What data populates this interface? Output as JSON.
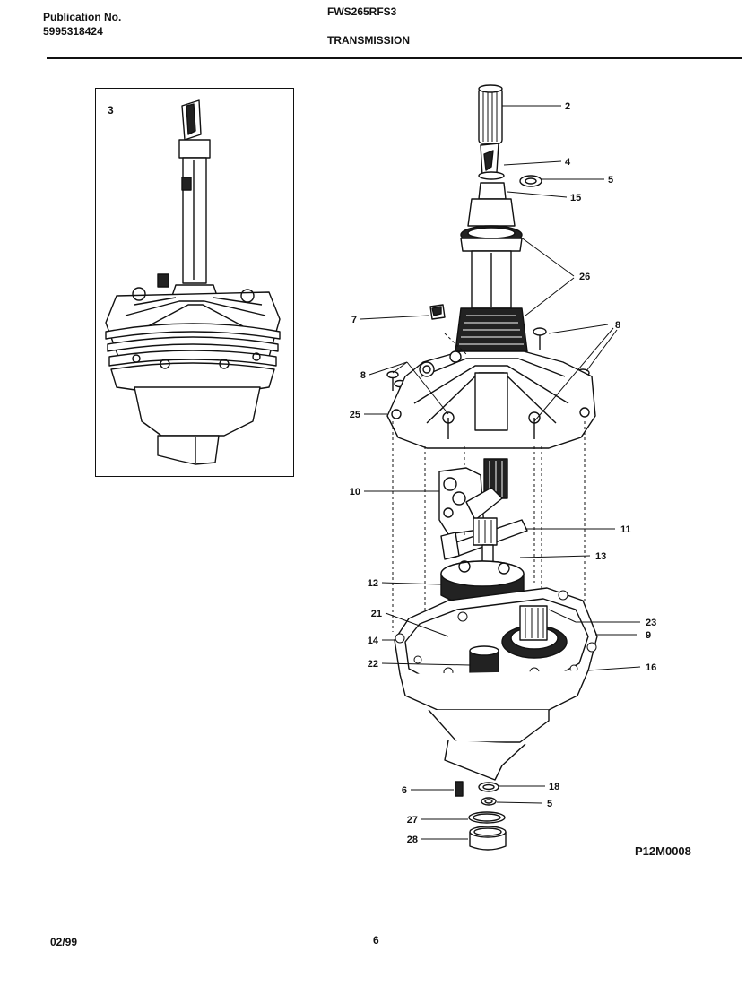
{
  "header": {
    "publication_label": "Publication No.",
    "publication_number": "5995318424",
    "model": "FWS265RFS3",
    "section": "TRANSMISSION"
  },
  "inset": {
    "label": "3"
  },
  "callouts": [
    "2",
    "4",
    "5",
    "15",
    "26",
    "7",
    "8",
    "8",
    "25",
    "10",
    "11",
    "13",
    "12",
    "21",
    "23",
    "9",
    "14",
    "22",
    "16",
    "6",
    "18",
    "5",
    "27",
    "28"
  ],
  "drawing_code": "P12M0008",
  "footer": {
    "date": "02/99",
    "page": "6"
  }
}
